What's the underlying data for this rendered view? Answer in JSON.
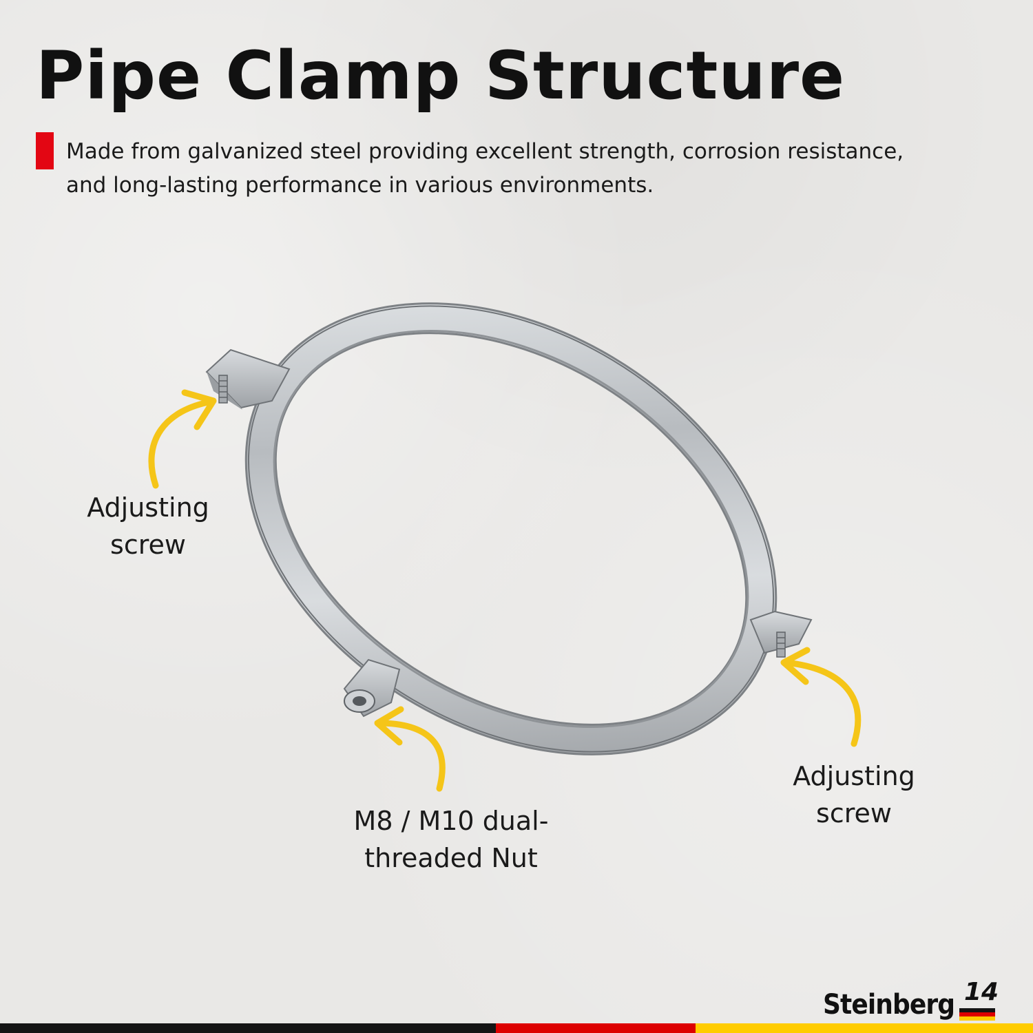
{
  "header": {
    "title": "Pipe Clamp Structure",
    "description": "Made from galvanized steel providing excellent strength, corrosion resistance, and long-lasting performance in various environments."
  },
  "labels": {
    "left_screw": [
      "Adjusting",
      "screw"
    ],
    "right_screw": [
      "Adjusting",
      "screw"
    ],
    "nut": [
      "M8 / M10 dual-",
      "threaded Nut"
    ]
  },
  "brand": {
    "name": "Steinberg",
    "number": "14"
  },
  "colors": {
    "accent_red": "#e30613",
    "arrow_yellow": "#f5c518",
    "flag_black": "#141414",
    "flag_red": "#dd0000",
    "flag_gold": "#ffcc00"
  },
  "icons": {
    "arrows": "curved-arrow-icon",
    "product": "pipe-clamp-illustration"
  }
}
